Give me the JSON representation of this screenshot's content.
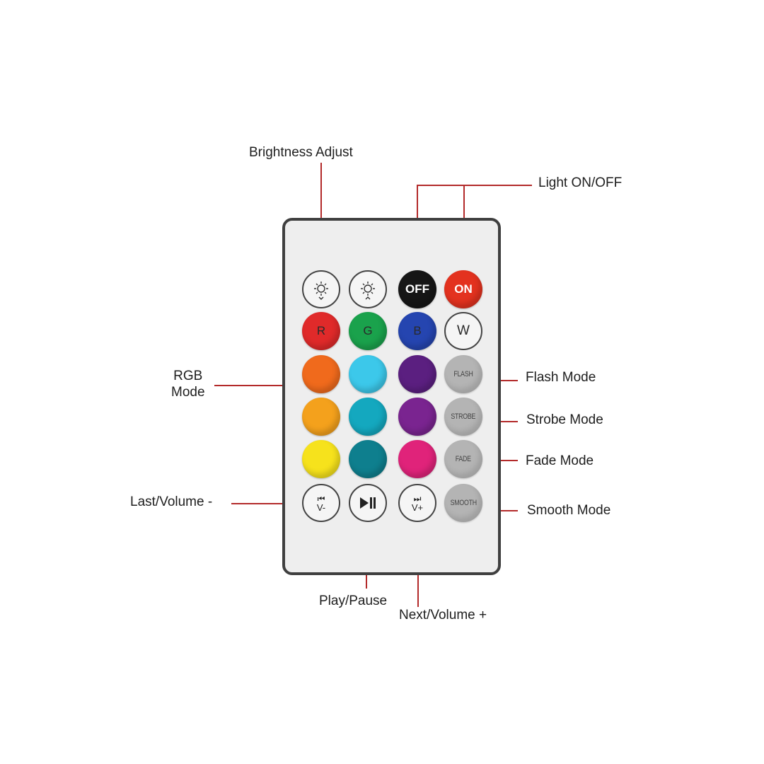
{
  "labels": {
    "brightness": "Brightness Adjust",
    "light": "Light ON/OFF",
    "rgb_line1": "RGB",
    "rgb_line2": "Mode",
    "flash": "Flash Mode",
    "strobe": "Strobe Mode",
    "fade": "Fade Mode",
    "smooth": "Smooth Mode",
    "last": "Last/Volume -",
    "play": "Play/Pause",
    "next": "Next/Volume +"
  },
  "buttons": {
    "off": "OFF",
    "on": "ON",
    "r": "R",
    "g": "G",
    "b": "B",
    "w": "W",
    "flash": "FLASH",
    "strobe": "STROBE",
    "fade": "FADE",
    "smooth": "SMOOTH",
    "prev_vol": "V-",
    "next_vol": "V+"
  },
  "colors": {
    "red": "#e02a2a",
    "green": "#1aa24c",
    "blue": "#2545b0",
    "orange": "#f06a1c",
    "sky": "#3cc8ea",
    "purple_dark": "#5b1f80",
    "amber": "#f4a11c",
    "teal": "#14a8bf",
    "purple": "#7a2490",
    "yellow": "#f6e21c",
    "teal_dark": "#0e7f8e",
    "pink": "#e0237a",
    "off_button": "#161616",
    "on_button": "#e3321f",
    "leader_line": "#b32a2a"
  },
  "icons": [
    "sun-down-icon",
    "sun-up-icon",
    "previous-track-icon",
    "play-pause-icon",
    "next-track-icon"
  ]
}
